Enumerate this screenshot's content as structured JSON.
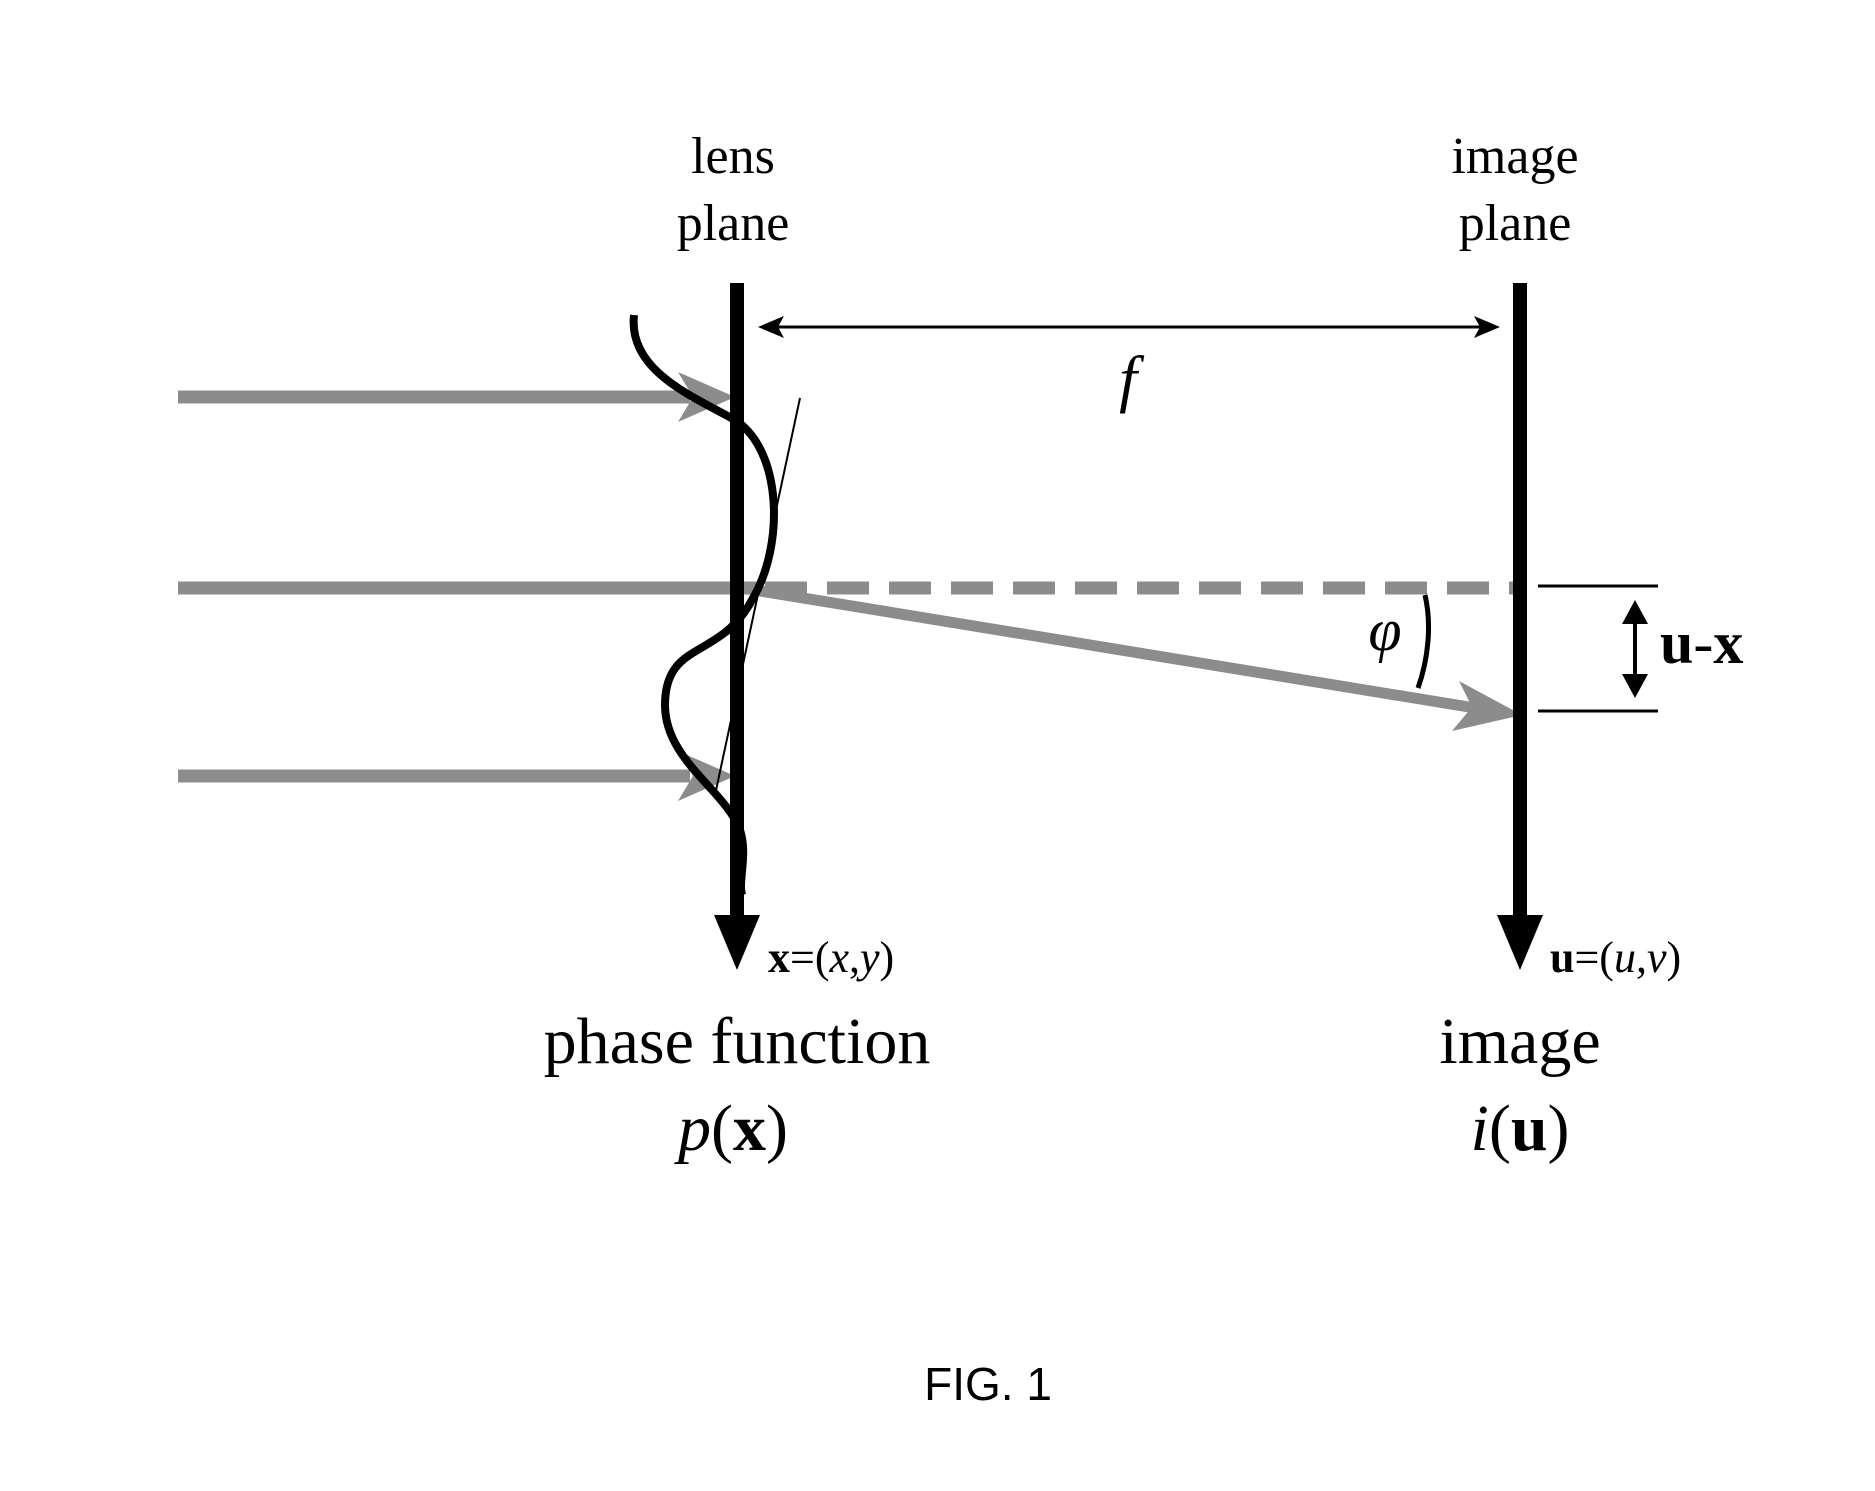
{
  "labels": {
    "lens_plane_line1": "lens",
    "lens_plane_line2": "plane",
    "image_plane_line1": "image",
    "image_plane_line2": "plane",
    "focal_length": "f",
    "angle": "φ",
    "offset_bold_u": "u",
    "offset_dash": "-",
    "offset_bold_x": "x",
    "x_coord_bold": "x",
    "x_coord_eq": "=(",
    "x_coord_x": "x",
    "x_coord_comma": ",",
    "x_coord_y": "y",
    "x_coord_close": ")",
    "u_coord_bold": "u",
    "u_coord_eq": "=(",
    "u_coord_u": "u",
    "u_coord_comma": ",",
    "u_coord_v": "v",
    "u_coord_close": ")",
    "phase_function": "phase function",
    "p_fn_name": "p",
    "p_fn_open": "(",
    "p_fn_arg": "x",
    "p_fn_close": ")",
    "image_caption": "image",
    "i_fn_name": "i",
    "i_fn_open": "(",
    "i_fn_arg": "u",
    "i_fn_close": ")",
    "figure_number": "FIG. 1"
  },
  "colors": {
    "ink": "#000000",
    "ray": "#8c8c8c",
    "background": "#ffffff"
  }
}
